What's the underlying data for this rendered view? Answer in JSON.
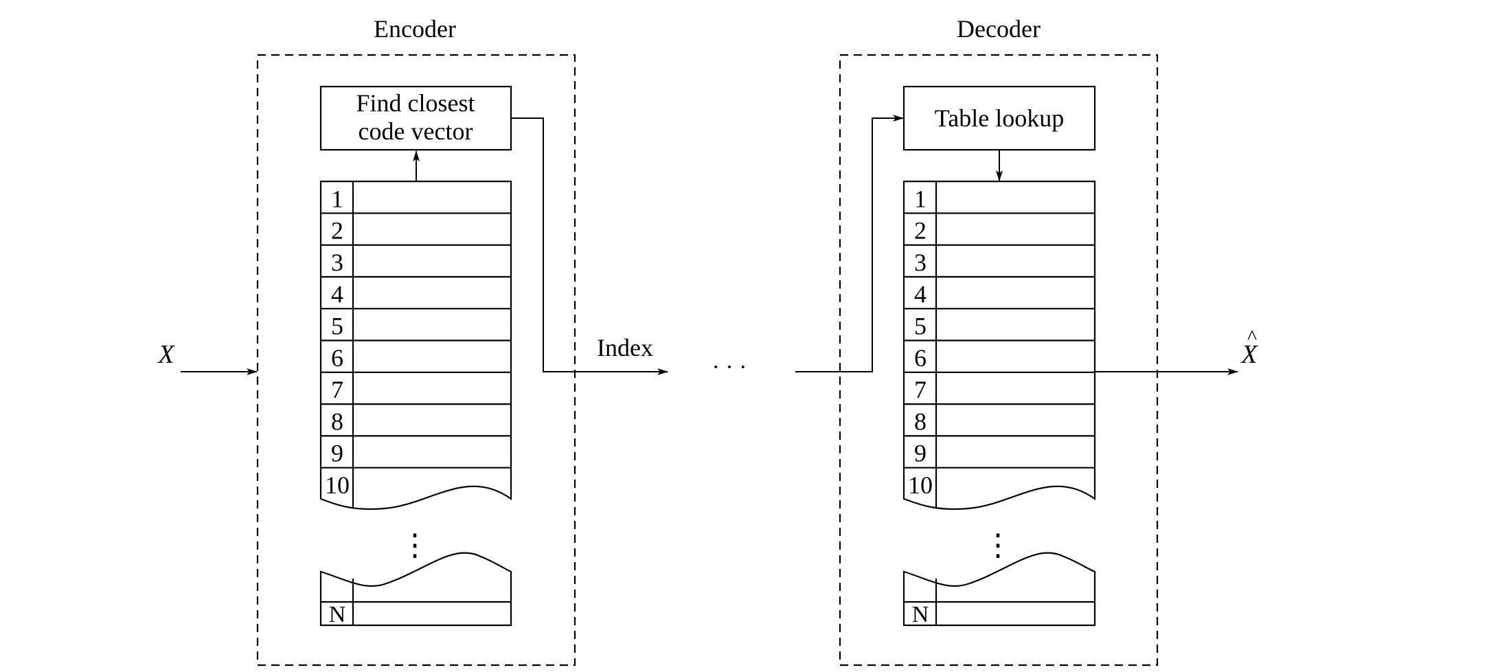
{
  "encoder": {
    "title": "Encoder",
    "box_label_line1": "Find closest",
    "box_label_line2": "code vector"
  },
  "decoder": {
    "title": "Decoder",
    "box_label": "Table lookup"
  },
  "codebook": {
    "rows": [
      "1",
      "2",
      "3",
      "4",
      "5",
      "6",
      "7",
      "8",
      "9",
      "10"
    ],
    "last_row": "N",
    "ellipsis": "⋮"
  },
  "signals": {
    "input": "X",
    "index": "Index",
    "channel_dots": "· · ·",
    "output": "X",
    "output_hat": "^"
  }
}
